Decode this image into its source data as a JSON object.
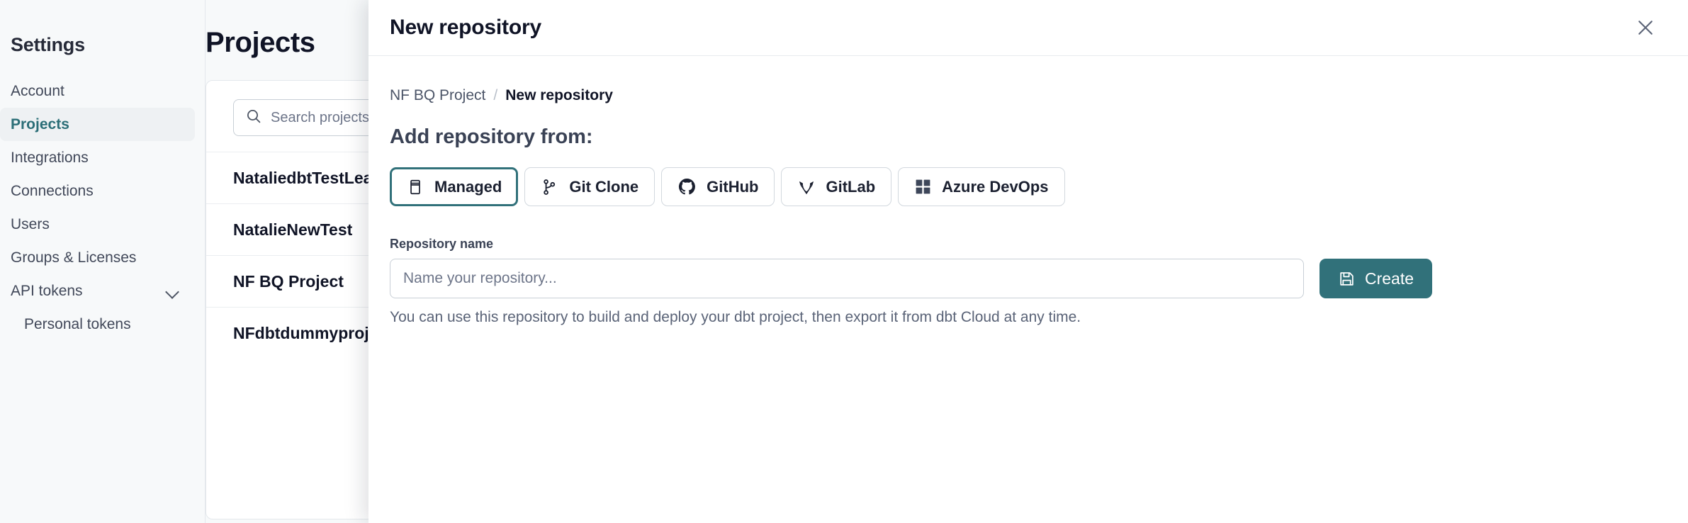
{
  "sidebar": {
    "title": "Settings",
    "items": [
      {
        "label": "Account",
        "active": false,
        "sub": false,
        "chevron": false
      },
      {
        "label": "Projects",
        "active": true,
        "sub": false,
        "chevron": false
      },
      {
        "label": "Integrations",
        "active": false,
        "sub": false,
        "chevron": false
      },
      {
        "label": "Connections",
        "active": false,
        "sub": false,
        "chevron": false
      },
      {
        "label": "Users",
        "active": false,
        "sub": false,
        "chevron": false
      },
      {
        "label": "Groups & Licenses",
        "active": false,
        "sub": false,
        "chevron": false
      },
      {
        "label": "API tokens",
        "active": false,
        "sub": false,
        "chevron": true
      },
      {
        "label": "Personal tokens",
        "active": false,
        "sub": true,
        "chevron": false
      }
    ]
  },
  "main": {
    "page_title": "Projects",
    "search": {
      "placeholder": "Search projects by name",
      "value": "",
      "icon": "search-icon"
    },
    "projects": [
      {
        "name": "NataliedbtTestLearn T"
      },
      {
        "name": "NatalieNewTest"
      },
      {
        "name": "NF BQ Project"
      },
      {
        "name": "NFdbtdummyproject"
      }
    ]
  },
  "modal": {
    "title": "New repository",
    "close_icon": "close-icon",
    "breadcrumb": {
      "parent": "NF BQ Project",
      "separator": "/",
      "current": "New repository"
    },
    "section_title": "Add repository from:",
    "sources": [
      {
        "label": "Managed",
        "icon": "database-icon",
        "selected": true
      },
      {
        "label": "Git Clone",
        "icon": "git-branch-icon",
        "selected": false
      },
      {
        "label": "GitHub",
        "icon": "github-icon",
        "selected": false
      },
      {
        "label": "GitLab",
        "icon": "gitlab-icon",
        "selected": false
      },
      {
        "label": "Azure DevOps",
        "icon": "azure-devops-icon",
        "selected": false
      }
    ],
    "repository_name": {
      "label": "Repository name",
      "placeholder": "Name your repository...",
      "value": ""
    },
    "create_button": {
      "label": "Create",
      "icon": "save-icon"
    },
    "helper_text": "You can use this repository to build and deploy your dbt project, then export it from dbt Cloud at any time."
  },
  "colors": {
    "accent": "#31717a",
    "text_dark": "#101426",
    "text_muted": "#5a6377",
    "border": "#d2d8de",
    "sidebar_bg": "#f7f9fa"
  }
}
